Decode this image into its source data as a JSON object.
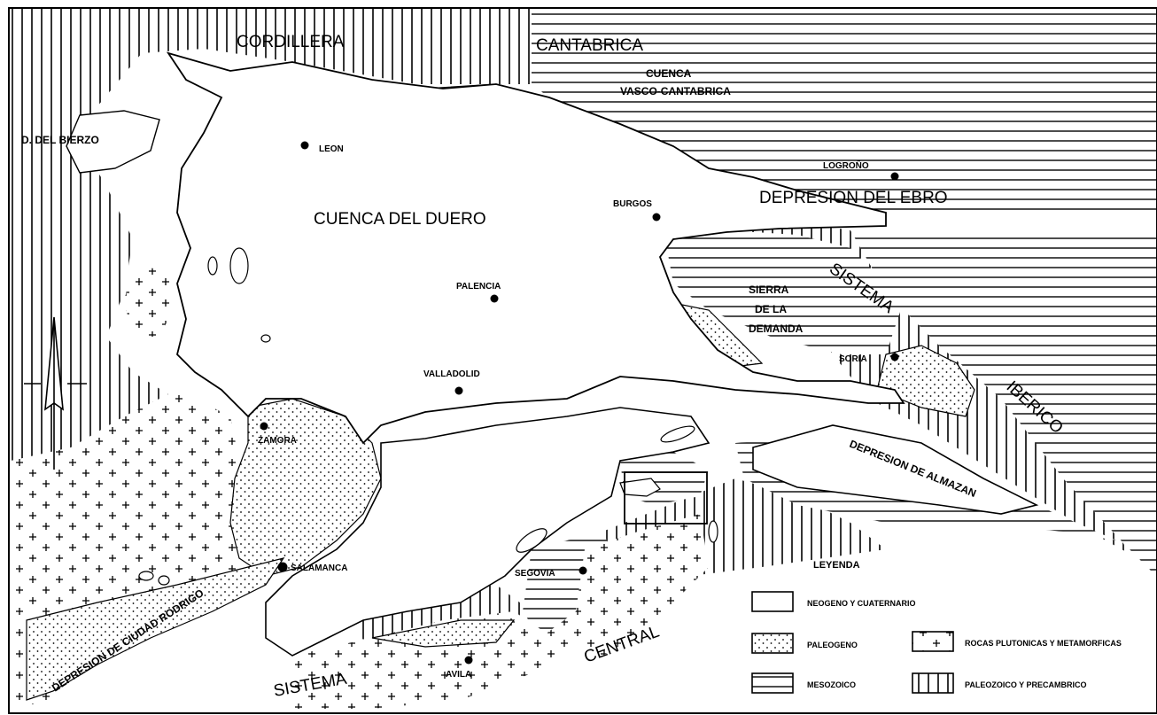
{
  "map": {
    "regions": {
      "cordillera": "CORDILLERA",
      "cantabrica": "CANTABRICA",
      "cuenca": "CUENCA",
      "vasco_cantabrica": "VASCO-CANTABRICA",
      "bierzo": "D. DEL BIERZO",
      "duero": "CUENCA DEL DUERO",
      "ebro": "DEPRESION DEL EBRO",
      "sierra": "SIERRA",
      "de_la": "DE LA",
      "demanda": "DEMANDA",
      "sistema_iberico_1": "SISTEMA",
      "sistema_iberico_2": "IBERICO",
      "almazan": "DEPRESION DE ALMAZAN",
      "ciudad_rodrigo": "DEPRESION DE CIUDAD RODRIGO",
      "sistema_central_1": "SISTEMA",
      "sistema_central_2": "CENTRAL"
    },
    "cities": {
      "leon": "LEON",
      "logrono": "LOGROÑO",
      "burgos": "BURGOS",
      "palencia": "PALENCIA",
      "valladolid": "VALLADOLID",
      "soria": "SORIA",
      "zamora": "ZAMORA",
      "salamanca": "SALAMANCA",
      "segovia": "SEGOVIA",
      "avila": "AVILA"
    }
  },
  "legend": {
    "title": "LEYENDA",
    "items": [
      {
        "label": "NEOGENO Y CUATERNARIO",
        "pattern": "blank"
      },
      {
        "label": "PALEOGENO",
        "pattern": "dots"
      },
      {
        "label": "MESOZOICO",
        "pattern": "horizontal-lines"
      },
      {
        "label": "ROCAS PLUTONICAS Y METAMORFICAS",
        "pattern": "crosses"
      },
      {
        "label": "PALEOZOICO Y PRECAMBRICO",
        "pattern": "vertical-lines"
      }
    ]
  },
  "icons": {
    "north_arrow": "north-arrow-icon"
  },
  "colors": {
    "ink": "#000000",
    "paper": "#ffffff"
  }
}
